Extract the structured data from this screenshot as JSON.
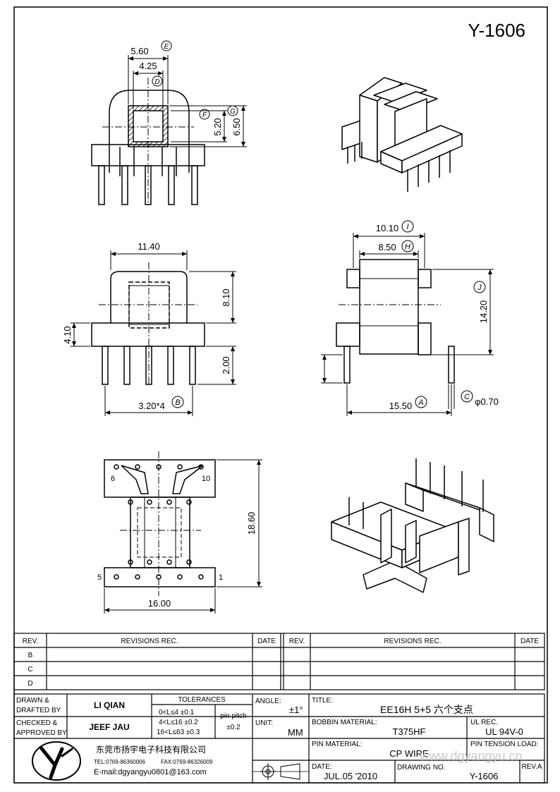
{
  "drawing_number": "Y-1606",
  "front_view": {
    "dim_width_outer": "5.60",
    "dim_width_inner": "4.25",
    "dim_height_inner": "5.20",
    "dim_height_outer": "6.50",
    "ref_e": "E",
    "ref_d": "D",
    "ref_f": "F",
    "ref_g": "G"
  },
  "side_view": {
    "dim_width": "11.40",
    "dim_height": "8.10",
    "dim_base": "4.10",
    "dim_pin": "2.00",
    "dim_pitch": "3.20*4",
    "ref_b": "B"
  },
  "right_view": {
    "dim_outer": "10.10",
    "dim_inner": "8.50",
    "dim_height": "14.20",
    "dim_span": "15.50",
    "dim_pin_dia": "φ0.70",
    "ref_i": "I",
    "ref_h": "H",
    "ref_j": "J",
    "ref_a": "A",
    "ref_c": "C"
  },
  "bottom_view": {
    "dim_length": "18.60",
    "dim_width": "16.00",
    "pin_6": "6",
    "pin_10": "10",
    "pin_5": "5",
    "pin_1": "1"
  },
  "revision_table": {
    "rev_header": "REV.",
    "revisions_header": "REVISIONS   REC.",
    "date_header": "DATE",
    "rows": [
      "B",
      "C",
      "D"
    ]
  },
  "title_block": {
    "drawn_label_1": "DRAWN &",
    "drawn_label_2": "DRAFTED BY",
    "drawn_name": "LI QIAN",
    "checked_label_1": "CHECKED &",
    "checked_label_2": "APPROVED BY",
    "checked_name": "JEEF JAU",
    "tolerances_header": "TOLERANCES",
    "tol_1": "0<L≤4    ±0.1",
    "tol_2": "4<L≤16  ±0.2",
    "tol_3": "16<L≤63 ±0.3",
    "pin_pitch_label": "pin pitch",
    "pin_pitch_value": "±0.2",
    "angle_label": "ANGLE:",
    "angle_value": "±1°",
    "unit_label": "UNIT:",
    "unit_value": "MM",
    "title_label": "TITLE:",
    "title_value": "EE16H 5+5 六个支点",
    "bobbin_label": "BOBBIN MATERIAL:",
    "bobbin_value": "T375HF",
    "ul_label": "UL REC.",
    "ul_value": "UL 94V-0",
    "pin_material_label": "PIN MATERIAL:",
    "pin_material_value": "CP WIRE",
    "pin_tension_label": "PIN TENSION LOAD:",
    "date_label": "DATE:",
    "date_value": "JUL.05 '2010",
    "drawing_no_label": "DRAWING NO.",
    "drawing_no_value": "Y-1606",
    "rev_a_label": "REV.A",
    "company_name": "东莞市扬宇电子科技有限公司",
    "company_tel": "TEL:0769-86360006",
    "company_fax": "FAX:0769-86326009",
    "company_email": "E-mail:dgyangyu0801@163.com",
    "watermark": "www.dgyangyu.cn"
  }
}
